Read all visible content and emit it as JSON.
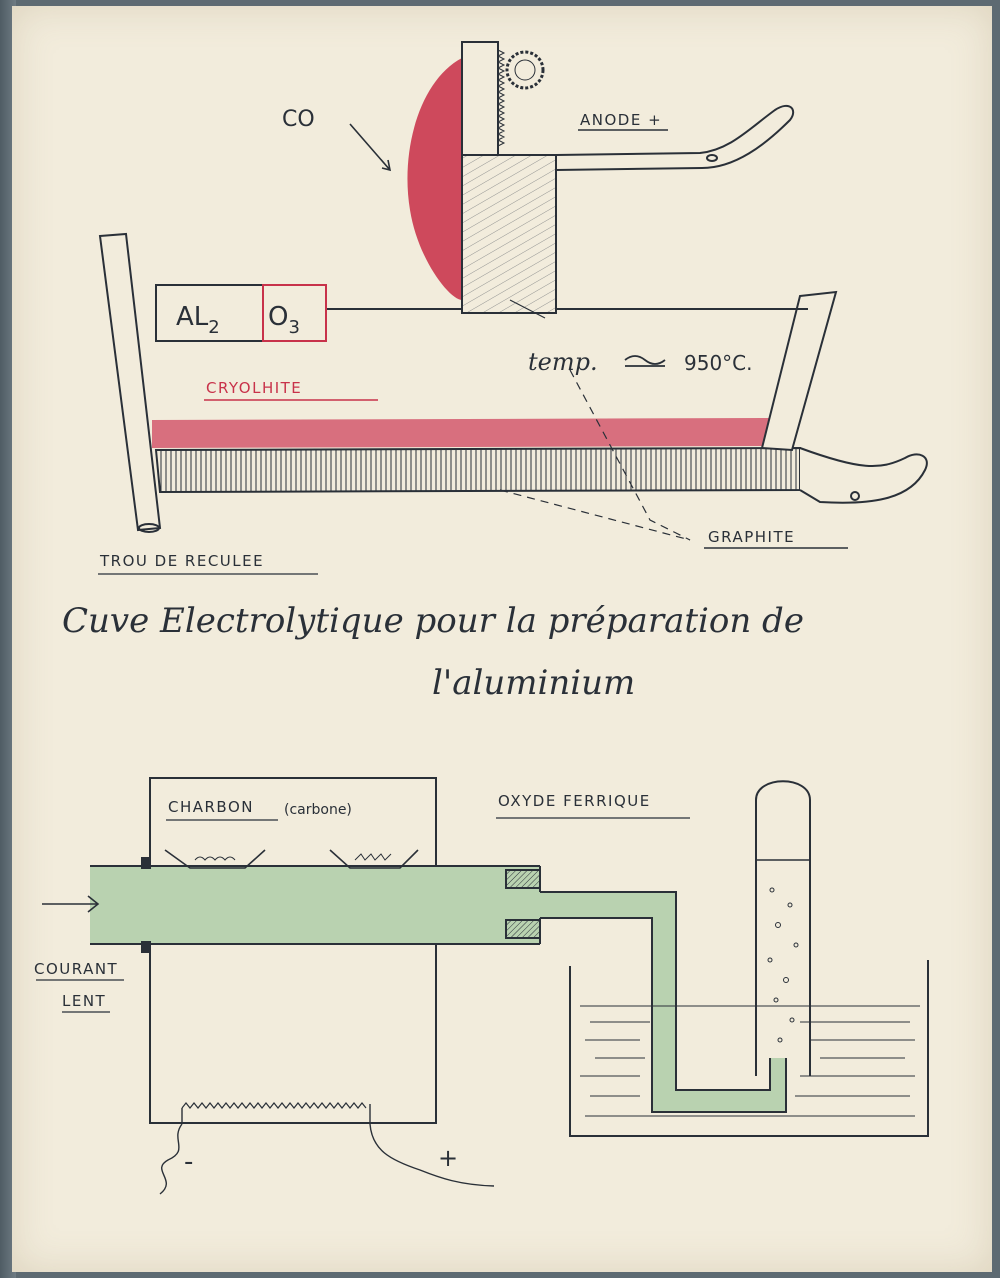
{
  "top_diagram": {
    "co_label": "CO",
    "anode_label": "ANODE +",
    "formula_al": "AL",
    "formula_al_sub": "2",
    "formula_o": "O",
    "formula_o_sub": "3",
    "temp_label": "temp.",
    "temp_value": "950°C.",
    "cryolite_label": "CRYOLHITE",
    "graphite_label": "GRAPHITE",
    "drain_label": "TROU DE RECULEE"
  },
  "caption": {
    "line1": "Cuve Electrolytique pour la préparation de",
    "line2": "l'aluminium"
  },
  "bottom_diagram": {
    "charbon_label": "CHARBON",
    "carbone_label": "(carbone)",
    "oxyde_label": "OXYDE FERRIQUE",
    "courant_label": "COURANT",
    "lent_label": "LENT",
    "minus_label": "-",
    "plus_label": "+"
  },
  "colors": {
    "ink": "#2a3038",
    "red": "#c8324a",
    "green": "#b9d2b0",
    "paper": "#f2ecdc"
  }
}
